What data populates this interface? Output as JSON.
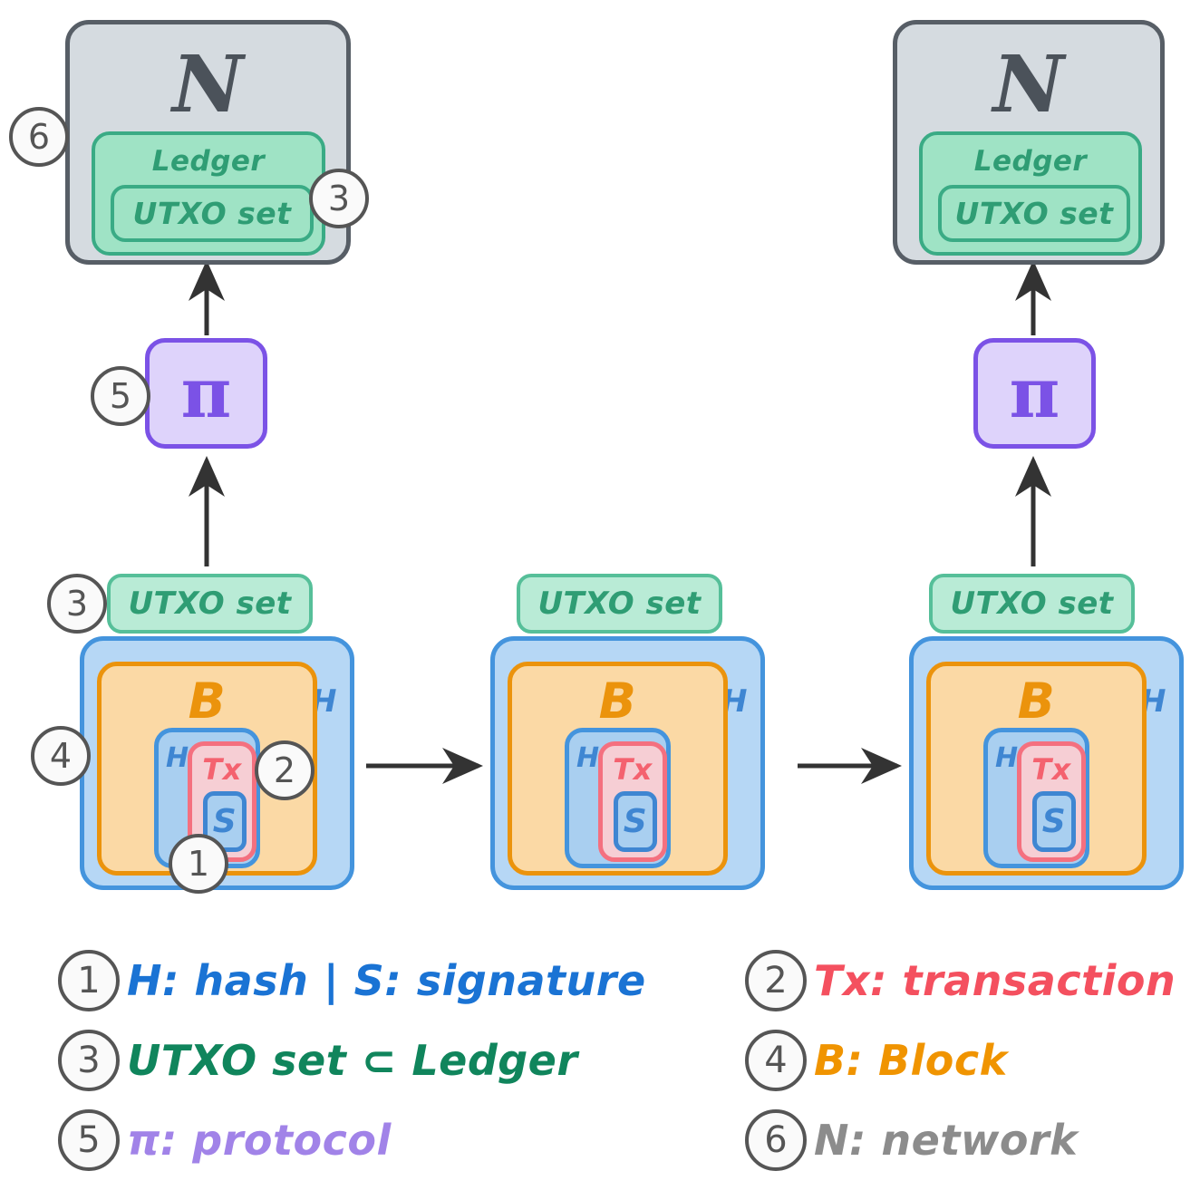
{
  "diagram": {
    "title": "Blockchain layered abstraction diagram",
    "colors": {
      "network_fill": "#d5dbe0",
      "network_stroke": "#575e66",
      "ledger_fill": "#9fe3c5",
      "ledger_stroke": "#3aab85",
      "utxo_pill_fill": "#b9ebd6",
      "utxo_pill_stroke": "#56bf99",
      "protocol_fill": "#ded3fb",
      "protocol_stroke": "#7b52e6",
      "hash_fill": "#b6d7f5",
      "hash_stroke": "#4494dd",
      "block_fill": "#fbd9a5",
      "block_stroke": "#eb930c",
      "tx_fill": "#f6ced4",
      "tx_stroke": "#f4707f",
      "signature_fill": "#a9cff0",
      "signature_stroke": "#3f86d2",
      "marker_stroke": "#555555",
      "arrow": "#333333"
    },
    "networks": [
      {
        "id": "network-left",
        "letter": "N",
        "ledger_label": "Ledger",
        "utxo_label": "UTXO set",
        "markers": [
          "6",
          "3"
        ]
      },
      {
        "id": "network-right",
        "letter": "N",
        "ledger_label": "Ledger",
        "utxo_label": "UTXO set",
        "markers": []
      }
    ],
    "protocols": [
      {
        "id": "protocol-left",
        "glyph": "π",
        "marker": "5"
      },
      {
        "id": "protocol-right",
        "glyph": "π",
        "marker": ""
      }
    ],
    "blocks": [
      {
        "id": "block-1",
        "utxo_label": "UTXO set",
        "hash_outer_label": "H",
        "block_label": "B",
        "hash_inner_label": "H",
        "tx_label": "Tx",
        "signature_label": "S",
        "markers": [
          "3",
          "4",
          "2",
          "1"
        ]
      },
      {
        "id": "block-2",
        "utxo_label": "UTXO set",
        "hash_outer_label": "H",
        "block_label": "B",
        "hash_inner_label": "H",
        "tx_label": "Tx",
        "signature_label": "S",
        "markers": []
      },
      {
        "id": "block-3",
        "utxo_label": "UTXO set",
        "hash_outer_label": "H",
        "block_label": "B",
        "hash_inner_label": "H",
        "tx_label": "Tx",
        "signature_label": "S",
        "markers": []
      }
    ],
    "legend": [
      {
        "number": "1",
        "text": "H: hash | S: signature",
        "color": "#1a73d4"
      },
      {
        "number": "2",
        "text": "Tx: transaction",
        "color": "#f4505f"
      },
      {
        "number": "3",
        "text": "UTXO set ⊂ Ledger",
        "color": "#10855c"
      },
      {
        "number": "4",
        "text": "B: Block",
        "color": "#f09400"
      },
      {
        "number": "5",
        "text": "π: protocol",
        "color": "#a183e8"
      },
      {
        "number": "6",
        "text": "N: network",
        "color": "#8c8c8c"
      }
    ]
  }
}
